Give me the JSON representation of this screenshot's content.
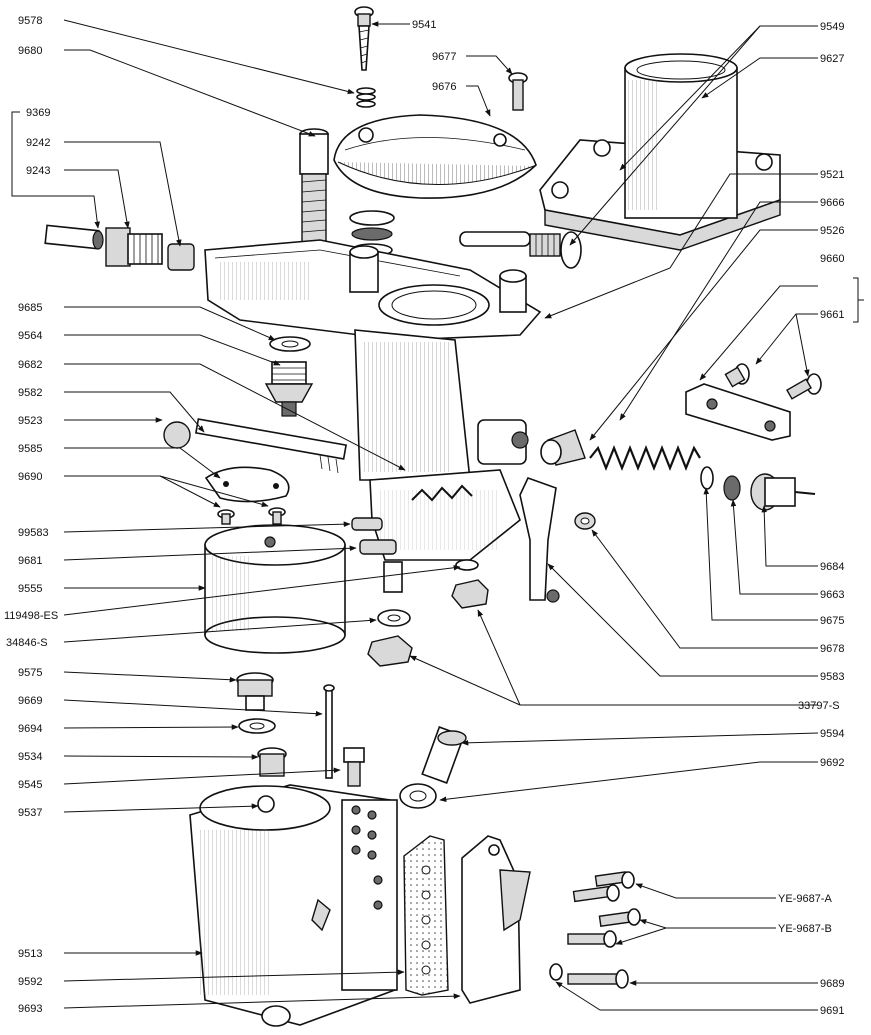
{
  "labels": {
    "p9578": "9578",
    "p9541": "9541",
    "p9549": "9549",
    "p9680": "9680",
    "p9677": "9677",
    "p9676": "9676",
    "p9627": "9627",
    "p9369": "9369",
    "p9242": "9242",
    "p9243": "9243",
    "p9521": "9521",
    "p9666": "9666",
    "p9526": "9526",
    "p9660": "9660",
    "p9661": "9661",
    "p9685": "9685",
    "p9564": "9564",
    "p9682": "9682",
    "p9582": "9582",
    "p9523": "9523",
    "p9585": "9585",
    "p9690": "9690",
    "p99583": "99583",
    "p9681": "9681",
    "p9555": "9555",
    "p119498ES": "119498-ES",
    "p34846S": "34846-S",
    "p9684": "9684",
    "p9663": "9663",
    "p9675": "9675",
    "p9678": "9678",
    "p9583": "9583",
    "p33797S": "33797-S",
    "p9575": "9575",
    "p9669": "9669",
    "p9694": "9694",
    "p9534": "9534",
    "p9545": "9545",
    "p9537": "9537",
    "p9594": "9594",
    "p9692": "9692",
    "pYE9687A": "YE-9687-A",
    "pYE9687B": "YE-9687-B",
    "p9513": "9513",
    "p9592": "9592",
    "p9689": "9689",
    "p9693": "9693",
    "p9691": "9691"
  }
}
